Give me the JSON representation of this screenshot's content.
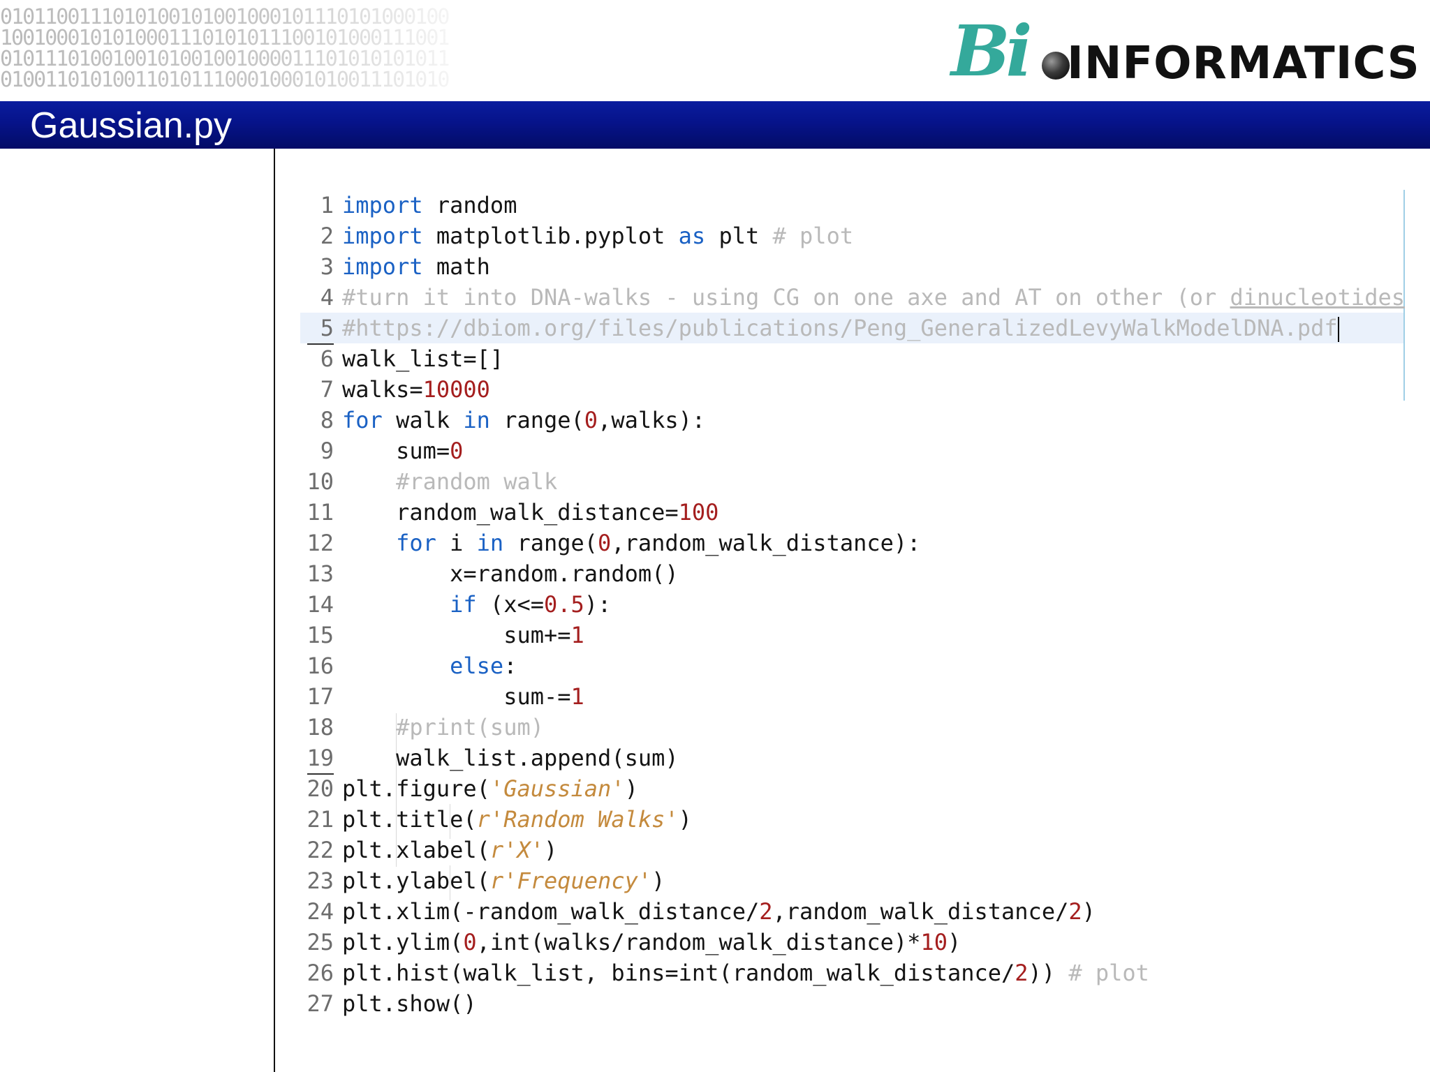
{
  "header": {
    "binary_lines": [
      "0101100111010100101001000101110101000100",
      "1001000101010001110101011100101000111001",
      "0101110100100101001001000011101010101011",
      "0100110101001101011100010001010011101010"
    ],
    "logo": {
      "bi": "Bi",
      "word": "INFORMATICS"
    }
  },
  "title": "Gaussian.py",
  "code": {
    "lines": [
      {
        "n": "1",
        "tokens": [
          {
            "t": "import",
            "c": "kw"
          },
          {
            "t": " random"
          }
        ]
      },
      {
        "n": "2",
        "tokens": [
          {
            "t": "import",
            "c": "kw"
          },
          {
            "t": " matplotlib.pyplot "
          },
          {
            "t": "as",
            "c": "kw"
          },
          {
            "t": " plt "
          },
          {
            "t": "# plot",
            "c": "cm"
          }
        ]
      },
      {
        "n": "3",
        "tokens": [
          {
            "t": "import",
            "c": "kw"
          },
          {
            "t": " math"
          }
        ]
      },
      {
        "n": "4",
        "tokens": [
          {
            "t": "#turn it into DNA-walks - using CG on one axe and AT on other (or ",
            "c": "cm"
          },
          {
            "t": "dinucleotides",
            "c": "cm cl"
          }
        ]
      },
      {
        "n": "5",
        "hl": true,
        "cursor": true,
        "tokens": [
          {
            "t": "#https://dbiom.org/files/publications/Peng_GeneralizedLevyWalkModelDNA.pdf",
            "c": "cm"
          }
        ]
      },
      {
        "n": "6",
        "tokens": [
          {
            "t": "walk_list=[]"
          }
        ]
      },
      {
        "n": "7",
        "tokens": [
          {
            "t": "walks="
          },
          {
            "t": "10000",
            "c": "num"
          }
        ]
      },
      {
        "n": "8",
        "tokens": [
          {
            "t": "for",
            "c": "kw"
          },
          {
            "t": " walk "
          },
          {
            "t": "in",
            "c": "kw"
          },
          {
            "t": " range("
          },
          {
            "t": "0",
            "c": "num"
          },
          {
            "t": ",walks):"
          }
        ]
      },
      {
        "n": "9",
        "tokens": [
          {
            "t": "    sum="
          },
          {
            "t": "0",
            "c": "num"
          }
        ]
      },
      {
        "n": "10",
        "tokens": [
          {
            "t": "    "
          },
          {
            "t": "#random walk",
            "c": "cm"
          }
        ]
      },
      {
        "n": "11",
        "tokens": [
          {
            "t": "    random_walk_distance="
          },
          {
            "t": "100",
            "c": "num"
          }
        ]
      },
      {
        "n": "12",
        "tokens": [
          {
            "t": "    "
          },
          {
            "t": "for",
            "c": "kw"
          },
          {
            "t": " i "
          },
          {
            "t": "in",
            "c": "kw"
          },
          {
            "t": " range("
          },
          {
            "t": "0",
            "c": "num"
          },
          {
            "t": ",random_walk_distance):"
          }
        ]
      },
      {
        "n": "13",
        "tokens": [
          {
            "t": "        x=random.random()"
          }
        ]
      },
      {
        "n": "14",
        "tokens": [
          {
            "t": "        "
          },
          {
            "t": "if",
            "c": "kw"
          },
          {
            "t": " (x<="
          },
          {
            "t": "0.5",
            "c": "num"
          },
          {
            "t": "):"
          }
        ]
      },
      {
        "n": "15",
        "tokens": [
          {
            "t": "            sum+="
          },
          {
            "t": "1",
            "c": "num"
          }
        ]
      },
      {
        "n": "16",
        "tokens": [
          {
            "t": "        "
          },
          {
            "t": "else",
            "c": "kw"
          },
          {
            "t": ":"
          }
        ]
      },
      {
        "n": "17",
        "tokens": [
          {
            "t": "            sum-="
          },
          {
            "t": "1",
            "c": "num"
          }
        ]
      },
      {
        "n": "18",
        "tokens": [
          {
            "t": "    "
          },
          {
            "t": "#print(sum)",
            "c": "cm"
          }
        ]
      },
      {
        "n": "19",
        "tokens": [
          {
            "t": "    walk_list.append(sum)"
          }
        ]
      },
      {
        "n": "20",
        "tokens": [
          {
            "t": "plt.figure("
          },
          {
            "t": "'Gaussian'",
            "c": "str"
          },
          {
            "t": ")"
          }
        ]
      },
      {
        "n": "21",
        "tokens": [
          {
            "t": "plt.title("
          },
          {
            "t": "r'Random Walks'",
            "c": "str"
          },
          {
            "t": ")"
          }
        ]
      },
      {
        "n": "22",
        "tokens": [
          {
            "t": "plt.xlabel("
          },
          {
            "t": "r'X'",
            "c": "str"
          },
          {
            "t": ")"
          }
        ]
      },
      {
        "n": "23",
        "tokens": [
          {
            "t": "plt.ylabel("
          },
          {
            "t": "r'Frequency'",
            "c": "str"
          },
          {
            "t": ")"
          }
        ]
      },
      {
        "n": "24",
        "tokens": [
          {
            "t": "plt.xlim(-random_walk_distance/"
          },
          {
            "t": "2",
            "c": "num"
          },
          {
            "t": ",random_walk_distance/"
          },
          {
            "t": "2",
            "c": "num"
          },
          {
            "t": ")"
          }
        ]
      },
      {
        "n": "25",
        "tokens": [
          {
            "t": "plt.ylim("
          },
          {
            "t": "0",
            "c": "num"
          },
          {
            "t": ",int(walks/random_walk_distance)*"
          },
          {
            "t": "10",
            "c": "num"
          },
          {
            "t": ")"
          }
        ]
      },
      {
        "n": "26",
        "tokens": [
          {
            "t": "plt.hist(walk_list, bins=int(random_walk_distance/"
          },
          {
            "t": "2",
            "c": "num"
          },
          {
            "t": ")) "
          },
          {
            "t": "# plot",
            "c": "cm"
          }
        ]
      },
      {
        "n": "27",
        "tokens": [
          {
            "t": "plt.show()"
          }
        ]
      }
    ]
  }
}
